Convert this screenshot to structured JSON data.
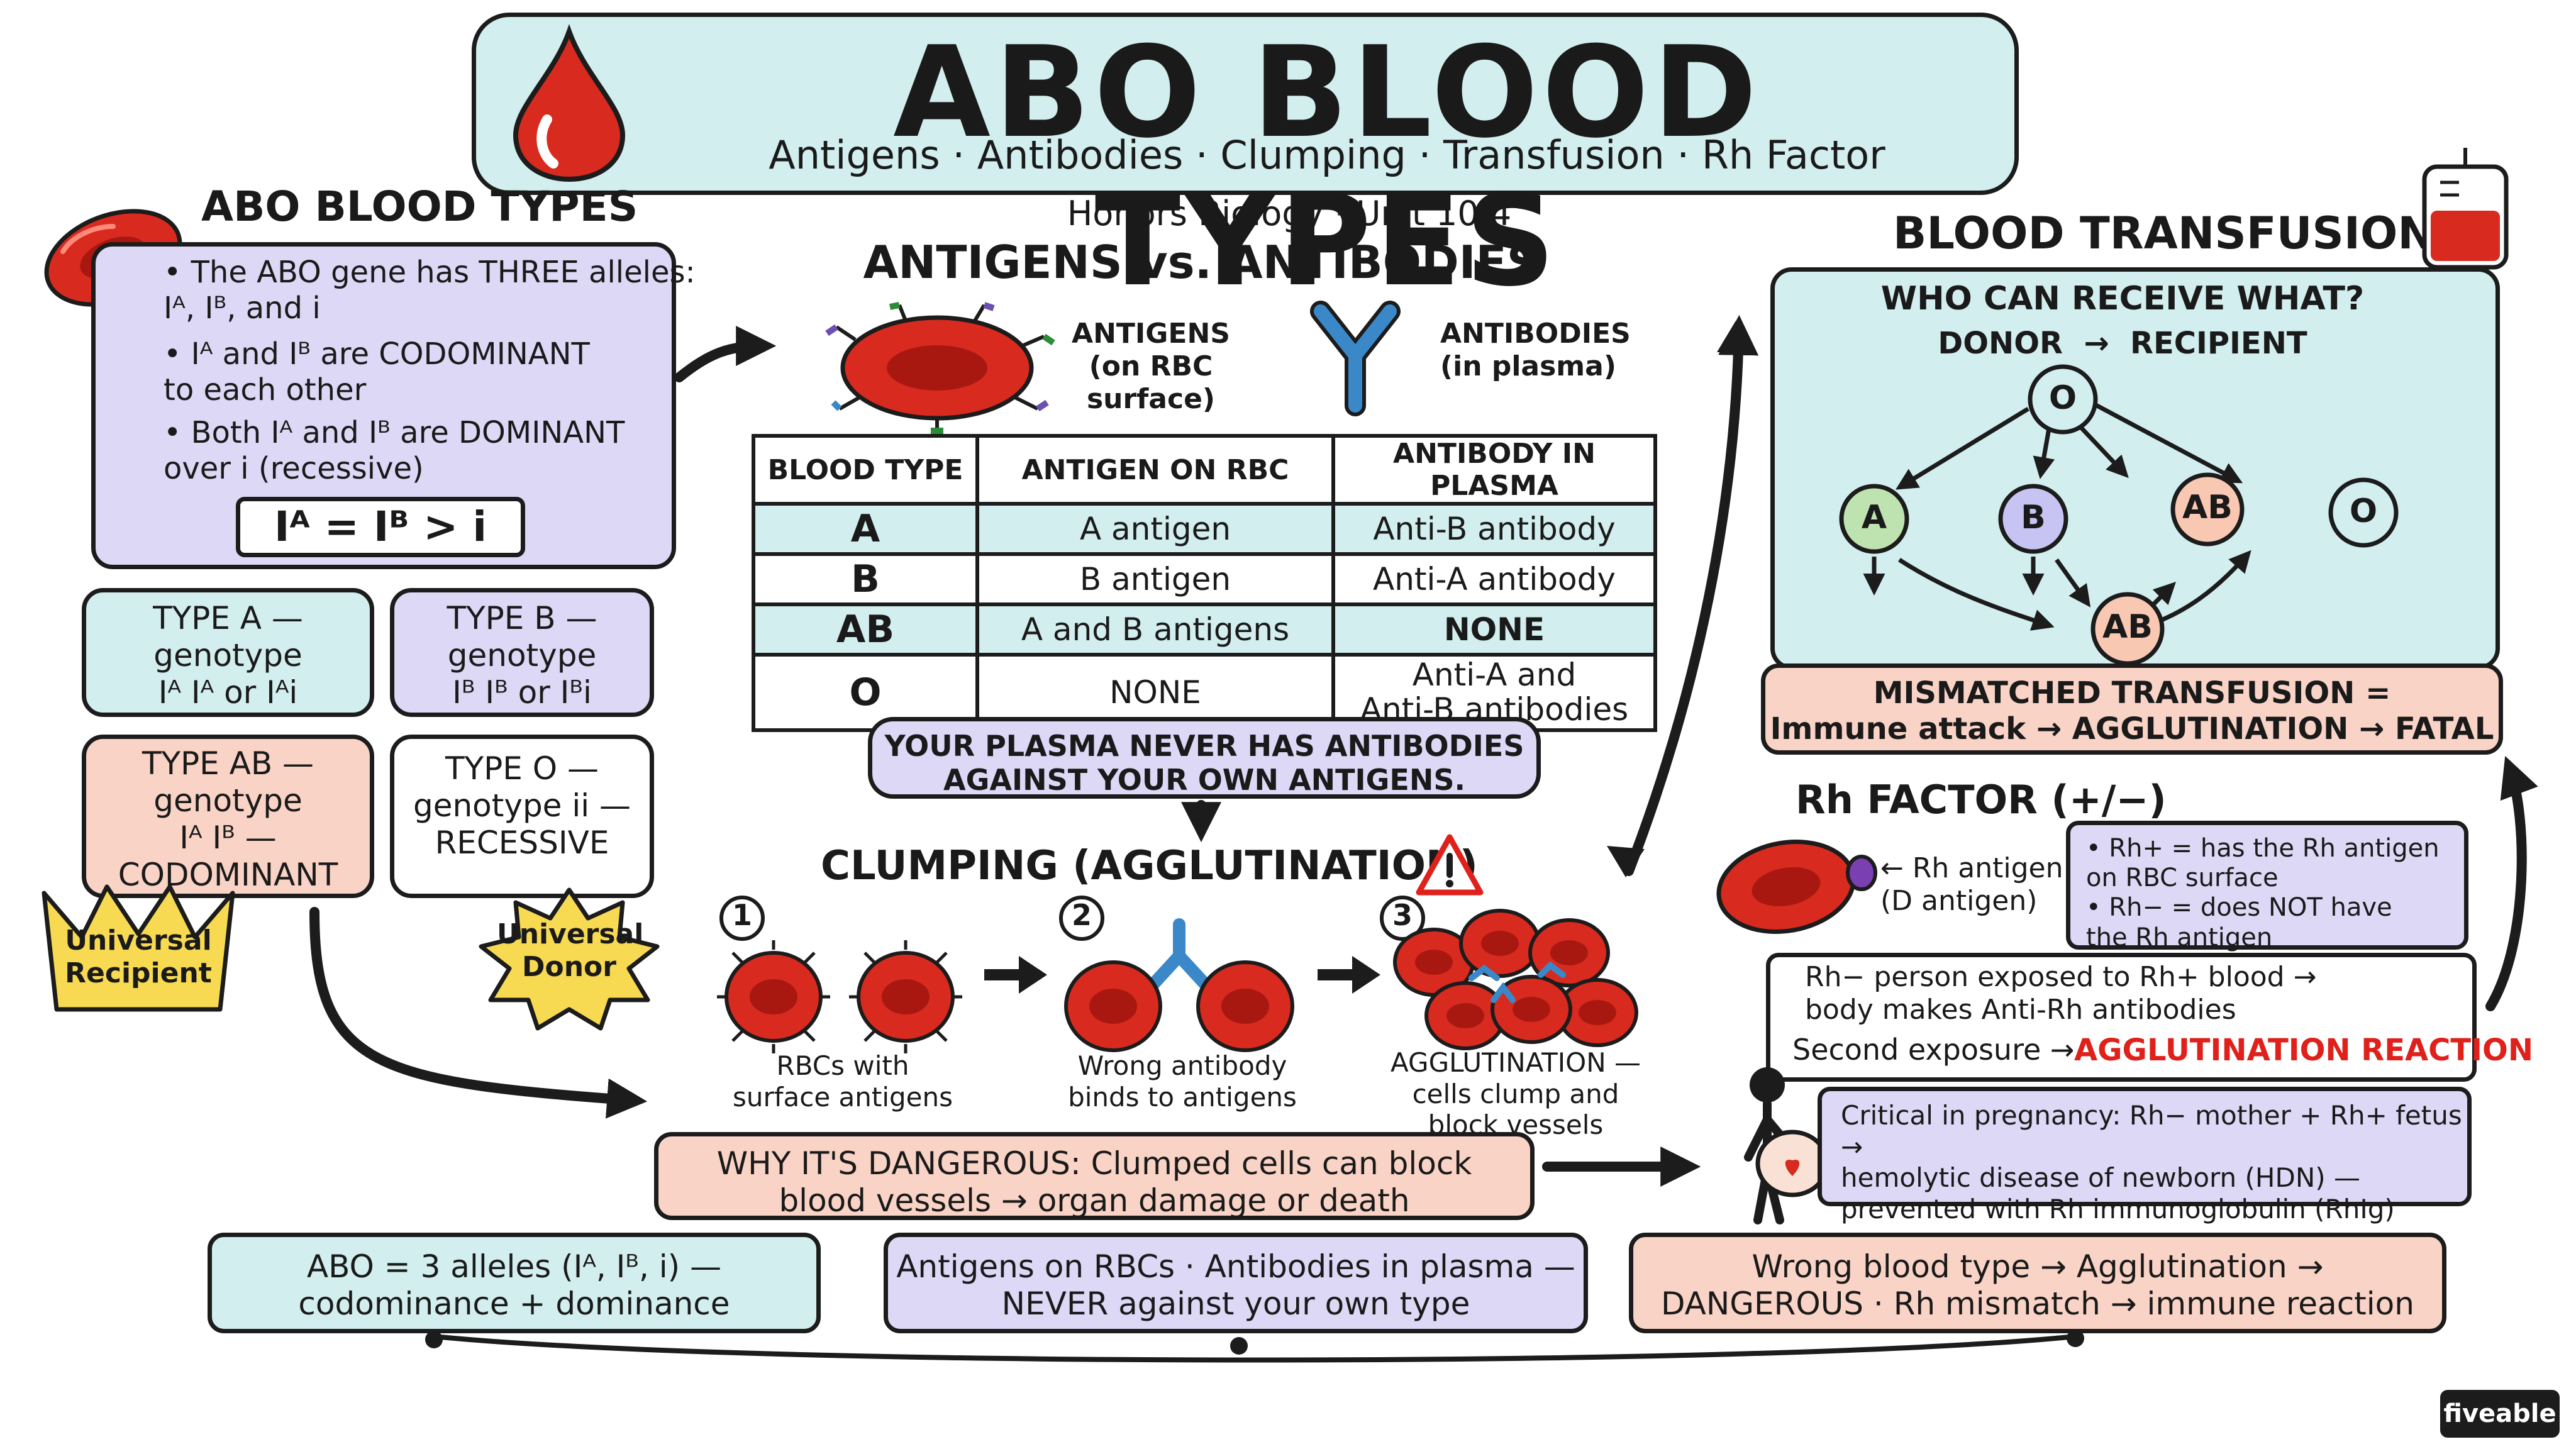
{
  "header": {
    "title": "ABO BLOOD TYPES",
    "subtitle": "Antigens · Antibodies · Clumping · Transfusion · Rh Factor",
    "course": "Honors Biology · Unit 10.4"
  },
  "abo": {
    "heading": "ABO BLOOD TYPES",
    "bullets": [
      "• The ABO gene has THREE alleles:\n   Iᴬ, Iᴮ, and i",
      "• Iᴬ and Iᴮ are CODOMINANT\n   to each other",
      "• Both Iᴬ and Iᴮ are DOMINANT\n   over i (recessive)"
    ],
    "formula": "Iᴬ = Iᴮ > i"
  },
  "types": {
    "a": "TYPE A —\ngenotype\nIᴬ Iᴬ or Iᴬi",
    "b": "TYPE B —\ngenotype\nIᴮ Iᴮ or Iᴮi",
    "ab": "TYPE AB —\ngenotype\nIᴬ Iᴮ —\nCODOMINANT",
    "o": "TYPE O —\ngenotype ii —\nRECESSIVE",
    "universal_recipient": "Universal\nRecipient",
    "universal_donor": "Universal\nDonor"
  },
  "antigens": {
    "heading": "ANTIGENS vs. ANTIBODIES",
    "antigens_label": "ANTIGENS\n(on RBC\nsurface)",
    "antibodies_label": "ANTIBODIES\n(in plasma)",
    "table_headers": [
      "BLOOD TYPE",
      "ANTIGEN ON RBC",
      "ANTIBODY IN PLASMA"
    ],
    "rows": [
      [
        "A",
        "A antigen",
        "Anti-B antibody"
      ],
      [
        "B",
        "B antigen",
        "Anti-A antibody"
      ],
      [
        "AB",
        "A and B antigens",
        "NONE"
      ],
      [
        "O",
        "NONE",
        "Anti-A and\nAnti-B antibodies"
      ]
    ],
    "note": "YOUR PLASMA NEVER HAS ANTIBODIES\nAGAINST YOUR OWN ANTIGENS."
  },
  "clumping": {
    "heading": "CLUMPING (AGGLUTINATION)",
    "steps": [
      "1",
      "2",
      "3"
    ],
    "step1": "RBCs with\nsurface antigens",
    "step2": "Wrong antibody\nbinds to antigens",
    "step3": "AGGLUTINATION —\ncells clump and\nblock vessels",
    "danger": "WHY IT'S DANGEROUS: Clumped cells can block\nblood vessels → organ damage or death"
  },
  "transfusion": {
    "heading": "BLOOD TRANSFUSIONS",
    "question": "WHO CAN RECEIVE WHAT?",
    "flow": "DONOR  →  RECIPIENT",
    "nodes": [
      "O",
      "A",
      "B",
      "AB",
      "O",
      "AB"
    ],
    "mismatch": "MISMATCHED TRANSFUSION =\nImmune attack → AGGLUTINATION → FATAL"
  },
  "rh": {
    "heading": "Rh FACTOR (+/−)",
    "antigen_label": "← Rh antigen\n(D antigen)",
    "defs": "• Rh+ = has the Rh antigen\n   on RBC surface\n• Rh− = does NOT have\n   the Rh antigen",
    "exposure1": "Rh− person exposed to Rh+ blood →\nbody makes Anti-Rh antibodies",
    "exposure2a": "Second exposure →",
    "exposure2b": "AGGLUTINATION REACTION",
    "pregnancy": "Critical in pregnancy: Rh− mother + Rh+ fetus →\nhemolytic disease of newborn (HDN) —\nprevented with Rh immunoglobulin (RhIg)"
  },
  "summary": [
    "ABO = 3 alleles (Iᴬ, Iᴮ, i) —\ncodominance + dominance",
    "Antigens on RBCs · Antibodies in plasma —\nNEVER against your own type",
    "Wrong blood type → Agglutination →\nDANGEROUS · Rh mismatch → immune reaction"
  ],
  "brand": "fiveable",
  "colors": {
    "teal": "#d3eeee",
    "lavender": "#dcd8f6",
    "peach": "#f9d3c6",
    "red": "#d82a1e",
    "alert_red": "#e0201a",
    "gold": "#f7da52"
  },
  "icons": [
    "blood-drop-icon",
    "red-blood-cell-icon",
    "antibody-icon",
    "warning-icon",
    "iv-bag-icon",
    "crown-icon",
    "star-badge-icon",
    "pregnant-person-icon"
  ]
}
